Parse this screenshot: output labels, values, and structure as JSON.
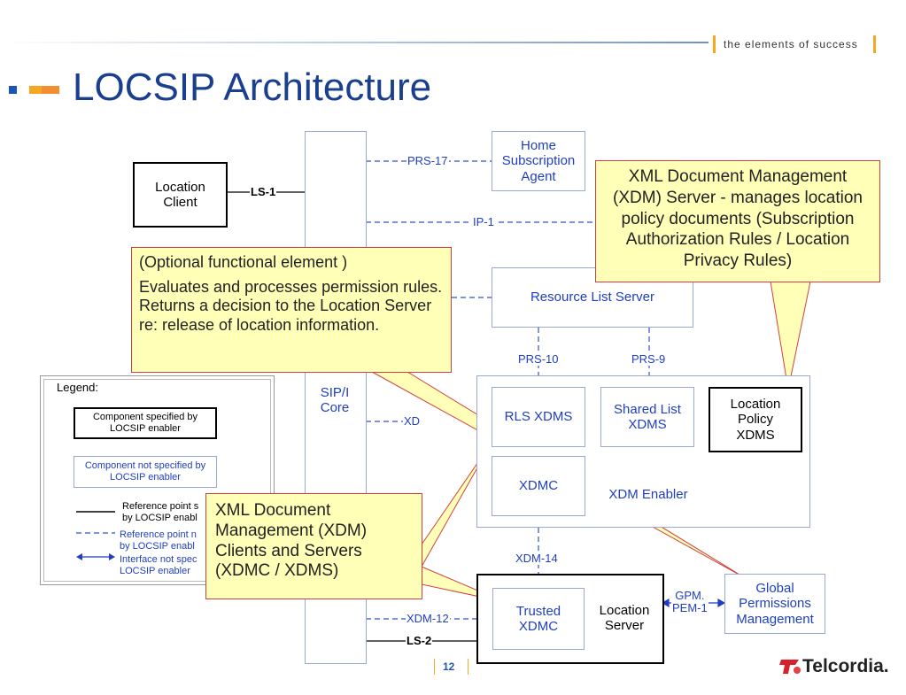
{
  "header": {
    "tagline": "the elements of success",
    "title": "LOCSIP Architecture",
    "page_number": "12",
    "logo_text": "Telcordia.",
    "accent_colors": [
      "#1a56b8",
      "#f5a623",
      "#e8731a"
    ]
  },
  "components": {
    "location_client": "Location\nClient",
    "home_subscription_agent": "Home\nSubscription\nAgent",
    "resource_list_server": "Resource List Server",
    "sip_core": "SIP/I\nCore",
    "rls_xdms": "RLS XDMS",
    "shared_list_xdms": "Shared List\nXDMS",
    "location_policy_xdms": "Location\nPolicy\nXDMS",
    "xdmc": "XDMC",
    "xdm_enabler": "XDM Enabler",
    "trusted_xdmc": "Trusted\nXDMC",
    "location_server": "Location\nServer",
    "global_permissions_management": "Global\nPermissions\nManagement"
  },
  "interfaces": {
    "ls1": "LS-1",
    "prs17": "PRS-17",
    "ip1": "IP-1",
    "prs10": "PRS-10",
    "prs9": "PRS-9",
    "xdm_partial": "XD",
    "xdm14": "XDM-14",
    "xdm12": "XDM-12",
    "ls2": "LS-2",
    "gpm_pem1": "GPM.\nPEM-1"
  },
  "callouts": {
    "xdm_server": "XML Document Management (XDM) Server - manages location policy documents (Subscription Authorization Rules / Location Privacy Rules)",
    "optional_line1": "(Optional functional element )",
    "optional_line2": "Evaluates and processes permission rules. Returns a decision to the Location Server re: release of location information.",
    "xdm_clients": "XML Document Management (XDM) Clients and Servers (XDMC / XDMS)"
  },
  "legend": {
    "title": "Legend:",
    "specified": "Component specified by LOCSIP enabler",
    "not_specified": "Component not specified by LOCSIP enabler",
    "ref_specified": "Reference point s\nby LOCSIP enabl",
    "ref_not_specified": "Reference point n\nby LOCSIP enabl",
    "interface_not_specified": "Interface not spec\nLOCSIP enabler"
  }
}
